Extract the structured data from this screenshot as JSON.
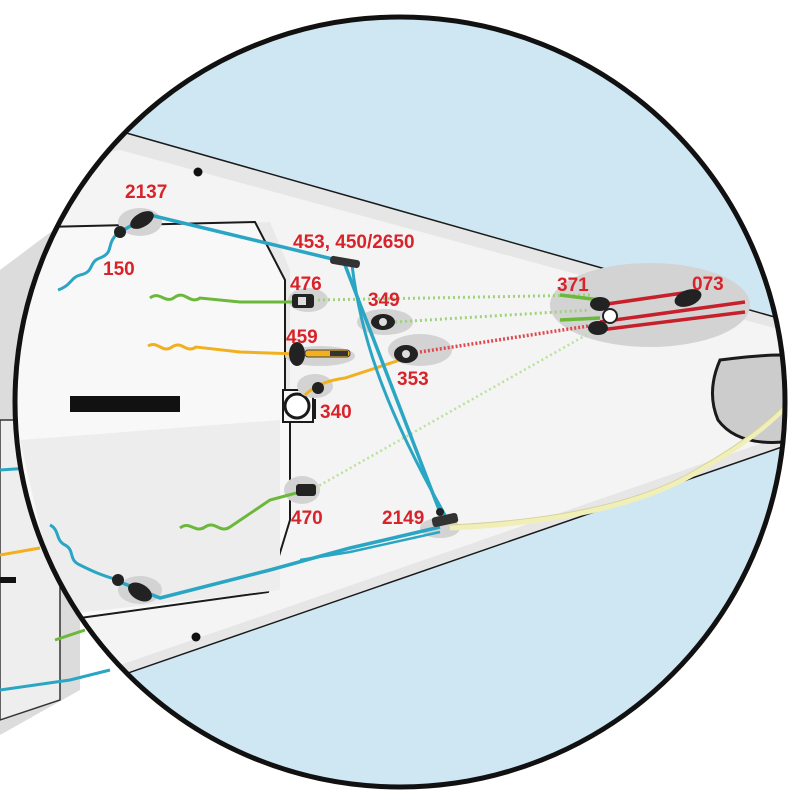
{
  "labels": {
    "l2137": "2137",
    "l150": "150",
    "l453": "453, 450/2650",
    "l476": "476",
    "l349": "349",
    "l459": "459",
    "l353": "353",
    "l340": "340",
    "l470": "470",
    "l2149": "2149",
    "l371": "371",
    "l073": "073"
  },
  "colors": {
    "water": "#cfe7f2",
    "deck": "#f4f4f4",
    "shadow": "#c9c9c9",
    "outline": "#1a1a1a",
    "label": "#d8232a",
    "line_blue": "#2aa6c4",
    "line_green": "#6bb83a",
    "line_orange": "#f2b01e",
    "line_red": "#c8202a",
    "line_cream": "#f1efb8"
  }
}
